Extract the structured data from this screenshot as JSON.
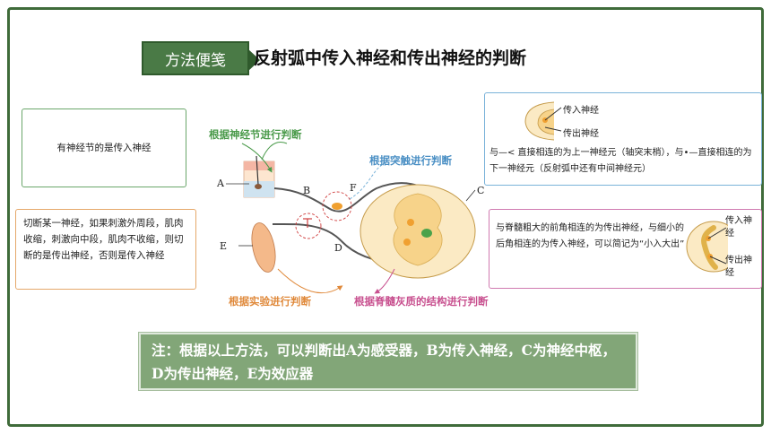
{
  "header": {
    "badge": "方法便笺",
    "title": "反射弧中传入神经和传出神经的判断"
  },
  "boxes": {
    "ganglion_rule": "有神经节的是传入神经",
    "cut_rule": "切断某一神经，如果刺激外周段，肌肉收缩，刺激向中段，肌肉不收缩，则切断的是传出神经，否则是传入神经",
    "synapse_rule": "与—< 直接相连的为上一神经元（轴突末梢），与•—直接相连的为下一神经元（反射弧中还有中间神经元）",
    "synapse_in": "传入神经",
    "synapse_out": "传出神经",
    "horn_rule": "与脊髓粗大的前角相连的为传出神经，与细小的后角相连的为传入神经，可以简记为“小入大出”",
    "horn_in": "传入神经",
    "horn_out": "传出神经"
  },
  "labels": {
    "by_ganglion": "根据神经节进行判断",
    "by_synapse": "根据突触进行判断",
    "by_experiment": "根据实验进行判断",
    "by_grey_matter": "根据脊髓灰质的结构进行判断"
  },
  "letters": {
    "A": "A",
    "B": "B",
    "C": "C",
    "D": "D",
    "E": "E",
    "F": "F"
  },
  "note": "注：根据以上方法，可以判断出A为感受器，B为传入神经，C为神经中枢，D为传出神经，E为效应器",
  "colors": {
    "frame": "#3f6b3a",
    "badge": "#4a7a46",
    "note_bg": "#82a678",
    "green": "#4a9a4a",
    "blue": "#4a8fc4",
    "orange": "#e08a3c",
    "pink": "#c8508f"
  }
}
